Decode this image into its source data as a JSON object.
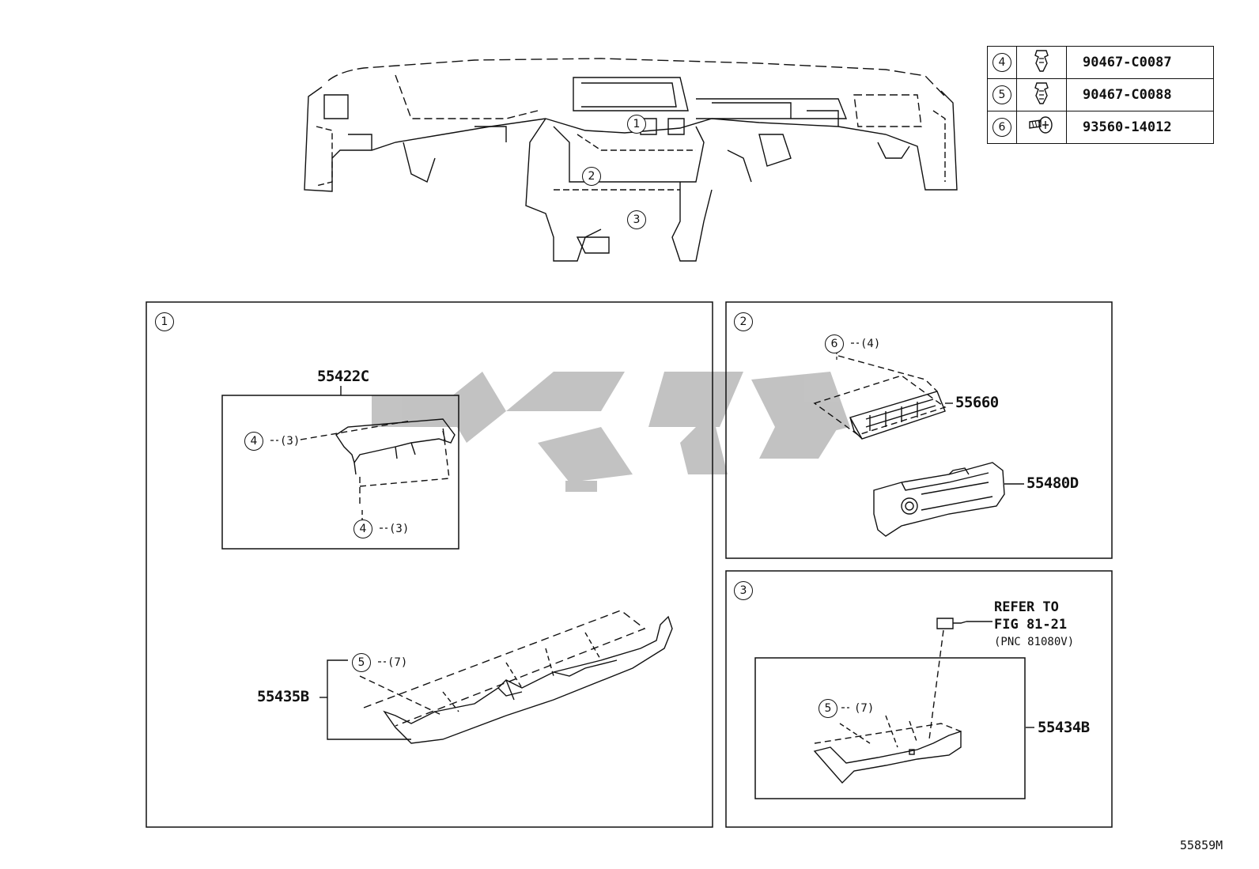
{
  "legend": [
    {
      "callout": "4",
      "icon": "clip-icon",
      "part_no": "90467-C0087"
    },
    {
      "callout": "5",
      "icon": "clip-icon",
      "part_no": "90467-C0088"
    },
    {
      "callout": "6",
      "icon": "screw-icon",
      "part_no": "93560-14012"
    }
  ],
  "overview": {
    "callouts": [
      "1",
      "2",
      "3"
    ]
  },
  "panel1": {
    "id": "1",
    "top_part": "55422C",
    "top_fastener_a": {
      "callout": "4",
      "qty": "(3)"
    },
    "top_fastener_b": {
      "callout": "4",
      "qty": "(3)"
    },
    "bottom_part": "55435B",
    "bottom_fastener": {
      "callout": "5",
      "qty": "(7)"
    }
  },
  "panel2": {
    "id": "2",
    "fastener": {
      "callout": "6",
      "qty": "(4)"
    },
    "part_a": "55660",
    "part_b": "55480D"
  },
  "panel3": {
    "id": "3",
    "refer_line1": "REFER TO",
    "refer_line2": "FIG 81-21",
    "refer_line3": "(PNC 81080V)",
    "fastener": {
      "callout": "5",
      "qty": "(7)"
    },
    "part": "55434B"
  },
  "diagram_code": "55859M",
  "colors": {
    "line": "#111111",
    "watermark": "#b8b8b8"
  }
}
